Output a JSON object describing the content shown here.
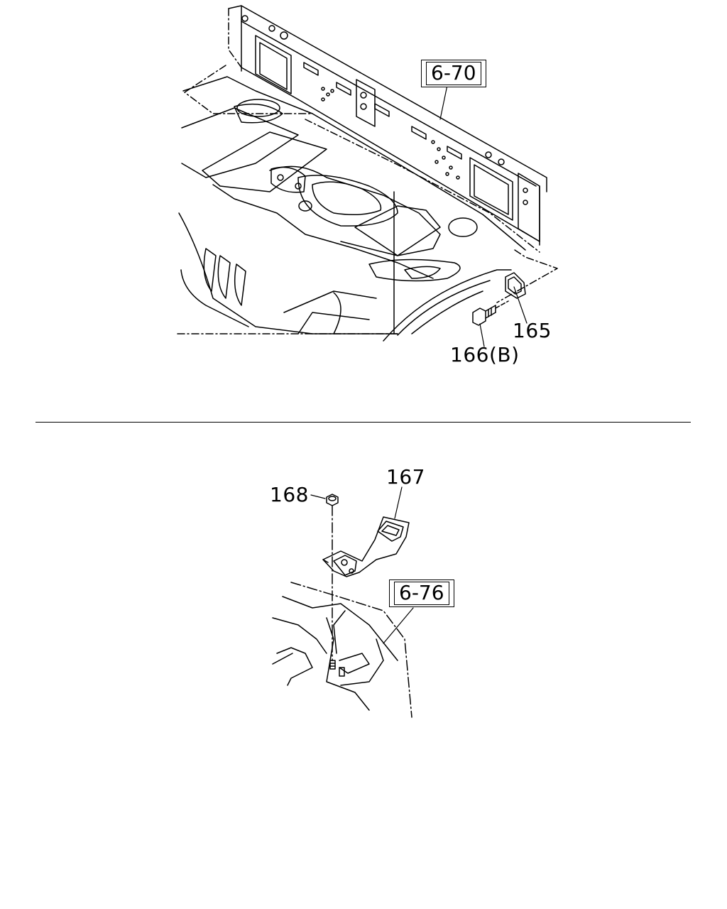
{
  "top_diagram": {
    "ref_label": "6-70",
    "parts": [
      {
        "id": "165",
        "label": "165"
      },
      {
        "id": "166",
        "label": "166(B)"
      }
    ]
  },
  "bottom_diagram": {
    "ref_label": "6-76",
    "parts": [
      {
        "id": "167",
        "label": "167"
      },
      {
        "id": "168",
        "label": "168"
      }
    ]
  },
  "colors": {
    "line": "#000000",
    "background": "#ffffff"
  }
}
